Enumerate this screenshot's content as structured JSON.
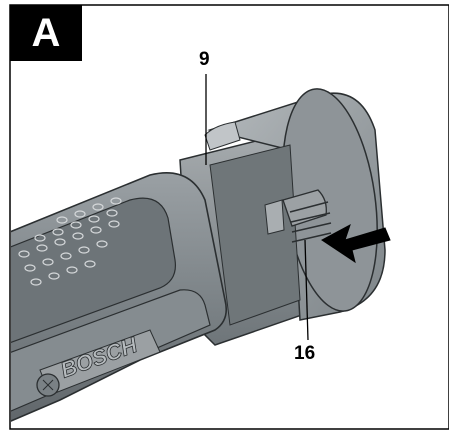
{
  "figure": {
    "panel_label": "A",
    "callouts": {
      "battery": "9",
      "release_button": "16"
    },
    "brand": "BOSCH"
  }
}
